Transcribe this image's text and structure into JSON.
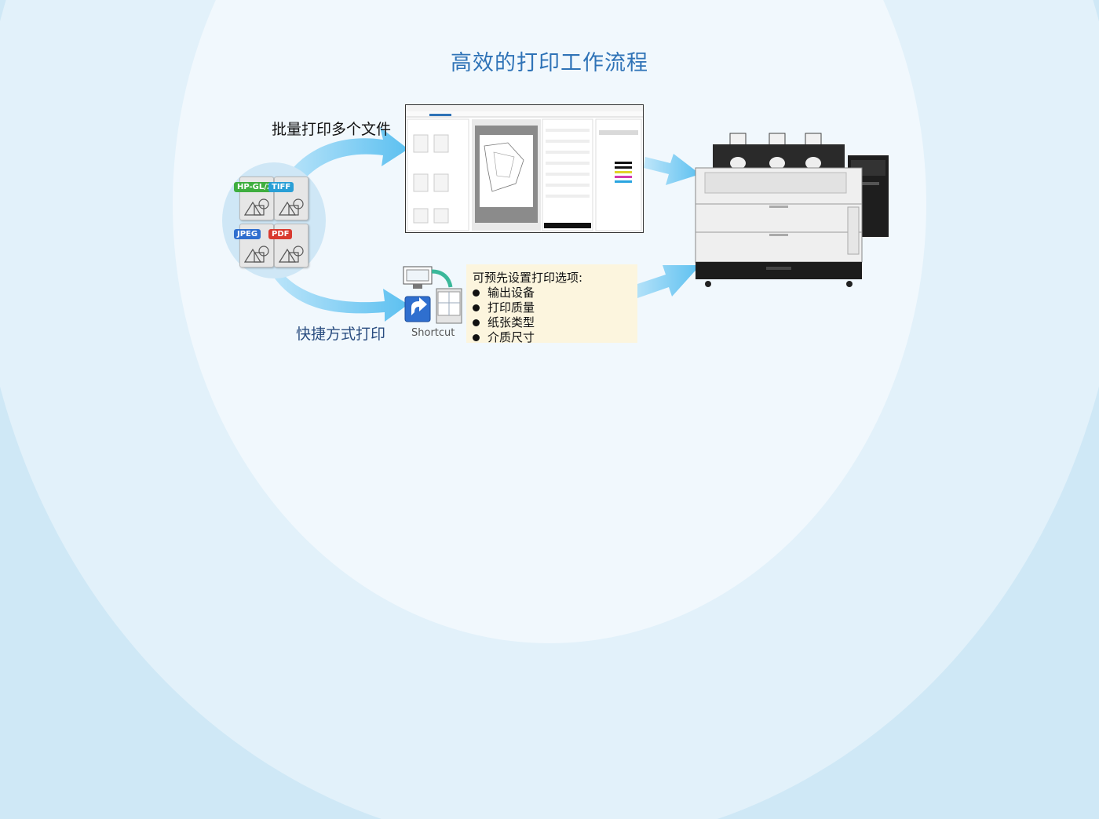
{
  "title": "高效的打印工作流程",
  "batch_label": "批量打印多个文件",
  "shortcut_label": "快捷方式打印",
  "shortcut_caption": "Shortcut",
  "file_types": [
    "HP-GL/2",
    "TIFF",
    "JPEG",
    "PDF"
  ],
  "badge_colors": {
    "hpgl": "#3fae3f",
    "tiff": "#2a9fd6",
    "jpeg": "#2f6fcf",
    "pdf": "#d93a2f"
  },
  "options": {
    "title": "可预先设置打印选项:",
    "items": [
      "输出设备",
      "打印质量",
      "纸张类型",
      "介质尺寸"
    ]
  },
  "colors": {
    "accent": "#2f73b7",
    "arrow": "#6cc6f2",
    "note": "#fcf5de"
  }
}
